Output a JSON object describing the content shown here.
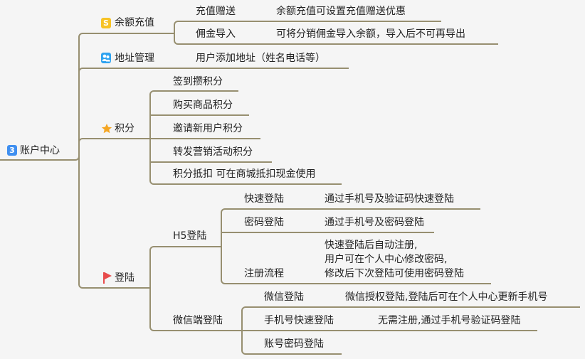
{
  "root": {
    "label": "账户中心",
    "badge": "3",
    "icon": "number-badge-icon"
  },
  "branches": {
    "balance": {
      "label": "余额充值",
      "icon": "dollar-icon",
      "icon_text": "S",
      "children": [
        {
          "label": "充值赠送",
          "desc": "余额充值可设置充值赠送优惠"
        },
        {
          "label": "佣金导入",
          "desc": "可将分销佣金导入余额，导入后不可再导出"
        }
      ]
    },
    "address": {
      "label": "地址管理",
      "icon": "contacts-icon",
      "desc": "用户添加地址（姓名电话等）"
    },
    "points": {
      "label": "积分",
      "icon": "star-icon",
      "children": [
        "签到攒积分",
        "购买商品积分",
        "邀请新用户积分",
        "转发营销活动积分",
        "积分抵扣 可在商城抵扣现金使用"
      ]
    },
    "login": {
      "label": "登陆",
      "icon": "flag-icon",
      "h5": {
        "label": "H5登陆",
        "children": [
          {
            "label": "快速登陆",
            "desc": "通过手机号及验证码快速登陆"
          },
          {
            "label": "密码登陆",
            "desc": "通过手机号及密码登陆"
          },
          {
            "label": "注册流程",
            "desc_lines": [
              "快速登陆后自动注册,",
              "用户可在个人中心修改密码,",
              "修改后下次登陆可使用密码登陆"
            ]
          }
        ]
      },
      "wechat": {
        "label": "微信端登陆",
        "children": [
          {
            "label": "微信登陆",
            "desc": "微信授权登陆,登陆后可在个人中心更新手机号"
          },
          {
            "label": "手机号快速登陆",
            "desc": "无需注册,通过手机号验证码登陆"
          },
          {
            "label": "账号密码登陆"
          }
        ]
      }
    }
  },
  "colors": {
    "line": "#978f70",
    "background": "#f5f5f5",
    "yellow": "#f7c325",
    "blue": "#3f8ff0",
    "red": "#e84c4c",
    "star": "#f5a623"
  }
}
